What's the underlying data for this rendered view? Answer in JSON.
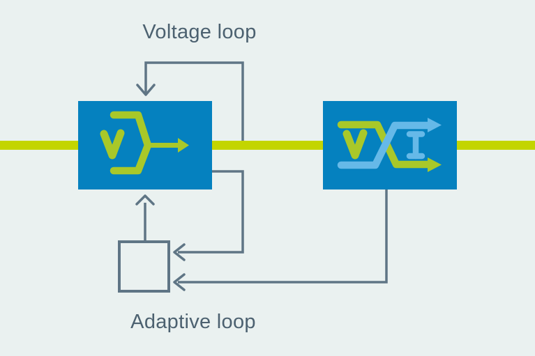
{
  "labels": {
    "voltage_loop": "Voltage loop",
    "adaptive_loop": "Adaptive loop"
  },
  "blocks": [
    {
      "id": "voltage-source",
      "icon": "voltage-output-arrow-icon",
      "letter": "v"
    },
    {
      "id": "voltage-to-current-converter",
      "icon": "v-i-crossover-arrows-icon",
      "letters": [
        "v",
        "I"
      ]
    }
  ],
  "loops": [
    {
      "name": "voltage-loop",
      "label": "Voltage loop",
      "from": "main-signal-line",
      "to": "voltage-source-block-top"
    },
    {
      "name": "adaptive-loop",
      "label": "Adaptive loop",
      "inputs": [
        "voltage-source-block-side",
        "converter-block-bottom"
      ],
      "output": "voltage-source-block-bottom"
    }
  ],
  "colors": {
    "background": "#eaf1f0",
    "box_blue": "#0581bf",
    "signal_green": "#c3d500",
    "icon_green": "#a9c829",
    "icon_blue": "#66b9e8",
    "line_gray": "#5f7585",
    "label_text": "#4c6170"
  }
}
